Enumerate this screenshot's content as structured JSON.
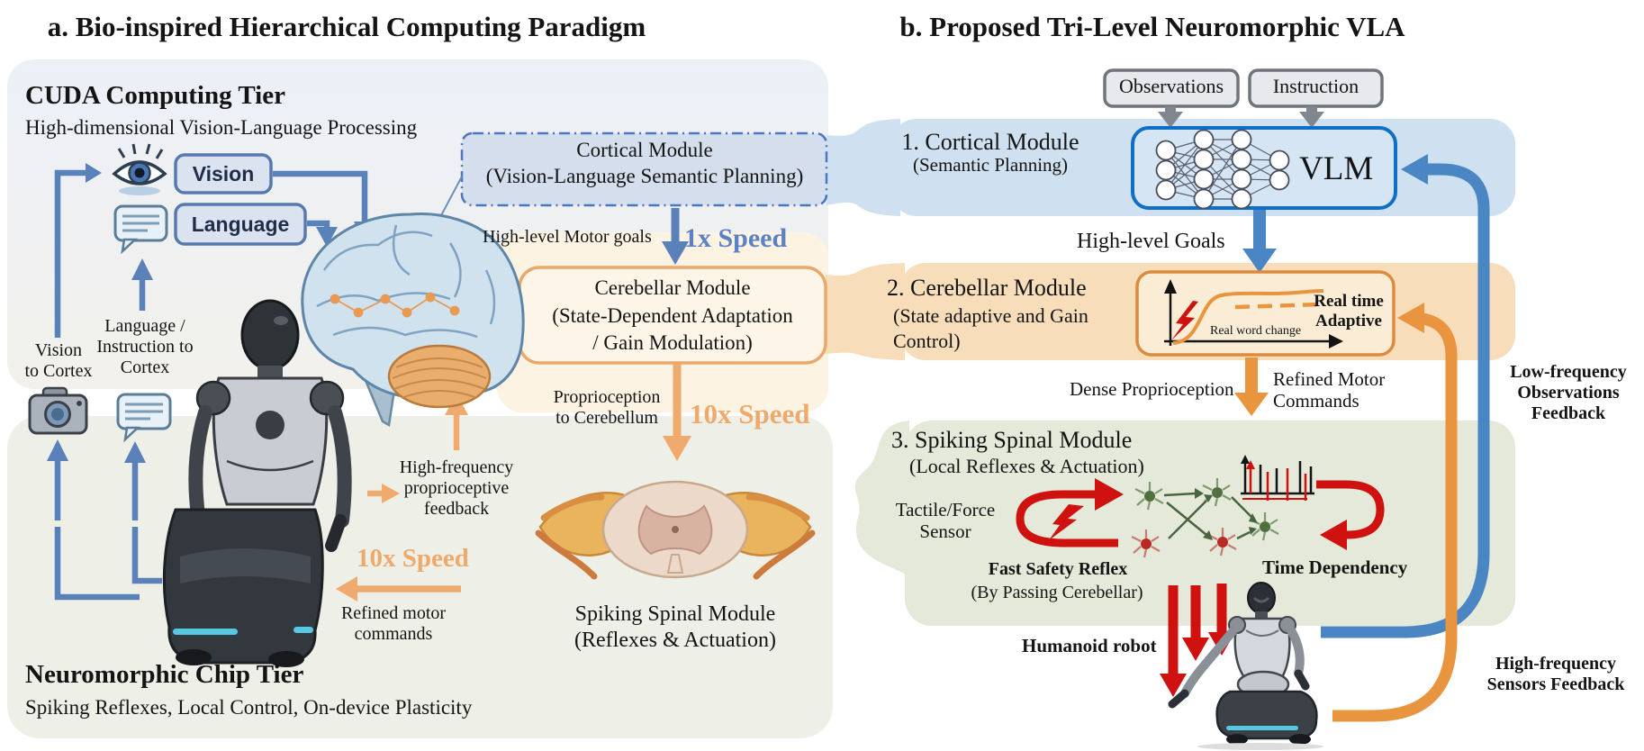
{
  "colors": {
    "blue_arrow_a": "#5b81ba",
    "blue_arrow_b": "#4a86c4",
    "orange_arrow_a": "#efab6e",
    "orange_arrow_b": "#e9953f",
    "red_reflex": "#cf1110",
    "band_blue": "#cfe0f0",
    "band_orange": "#f7ddba",
    "band_green": "#e4e9d9",
    "panel_top": "#edf0f6",
    "panel_bottom": "#eef0e8",
    "cream": "#fcf3e3"
  },
  "panel_a": {
    "title": "a. Bio-inspired Hierarchical Computing Paradigm",
    "cuda_tier_title": "CUDA Computing Tier",
    "cuda_tier_subtitle": "High-dimensional Vision-Language Processing",
    "vision_pill": "Vision",
    "language_pill": "Language",
    "vision_to_cortex": "Vision\nto Cortex",
    "language_to_cortex": "Language /\nInstruction to\nCortex",
    "cortical_box": "Cortical Module\n(Vision-Language Semantic Planning)",
    "high_level_motor_goals": "High-level Motor goals",
    "speed_1x": "1x Speed",
    "cerebellar_box": "Cerebellar Module\n(State-Dependent Adaptation\n/ Gain Modulation)",
    "proprioception": "Proprioception\nto Cerebellum",
    "speed_10x_down": "10x Speed",
    "hf_proprioceptive_feedback": "High-frequency\nproprioceptive\nfeedback",
    "speed_10x_left": "10x Speed",
    "refined_motor_commands": "Refined motor\ncommands",
    "spinal_label": "Spiking Spinal Module\n(Reflexes & Actuation)",
    "neuro_tier_title": "Neuromorphic Chip Tier",
    "neuro_tier_subtitle": "Spiking Reflexes, Local Control, On-device Plasticity"
  },
  "panel_b": {
    "title": "b. Proposed Tri-Level Neuromorphic VLA",
    "observations": "Observations",
    "instruction": "Instruction",
    "module1_title": "1. Cortical Module",
    "module1_sub": "(Semantic Planning)",
    "vlm": "VLM",
    "high_level_goals": "High-level Goals",
    "module2_title": "2. Cerebellar Module",
    "module2_sub": "(State adaptive and Gain\nControl)",
    "real_time_adaptive": "Real time\nAdaptive",
    "real_word_change": "Real word change",
    "dense_proprioception": "Dense Proprioception",
    "refined_motor_commands": "Refined Motor\nCommands",
    "module3_title": "3. Spiking Spinal Module",
    "module3_sub": "(Local Reflexes & Actuation)",
    "tactile_force_sensor": "Tactile/Force\nSensor",
    "fast_safety_reflex": "Fast Safety Reflex",
    "bypass_cerebellar": "(By Passing Cerebellar)",
    "time_dependency": "Time Dependency",
    "humanoid_robot": "Humanoid robot",
    "low_freq_feedback": "Low-frequency\nObservations\nFeedback",
    "high_freq_feedback": "High-frequency\nSensors Feedback"
  }
}
